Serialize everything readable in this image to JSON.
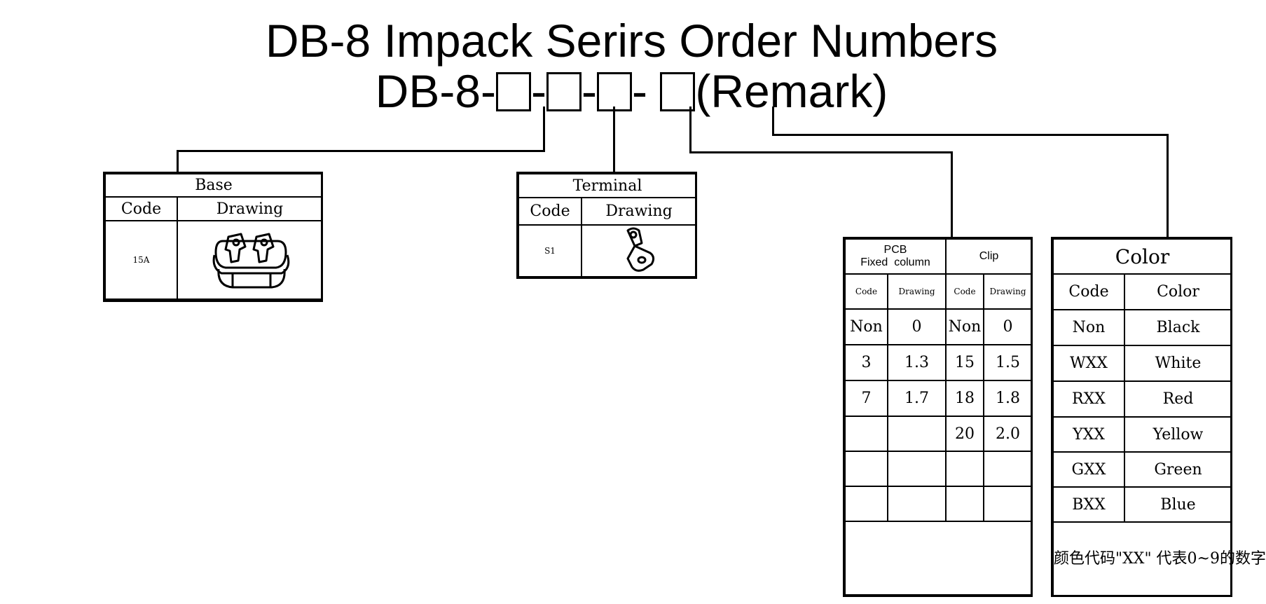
{
  "title": "DB-8 Impack Serirs Order Numbers",
  "order_code": {
    "prefix": "DB-8-",
    "sep1": "-",
    "sep2": "-",
    "sep3": "-",
    "remark": "(Remark)"
  },
  "base": {
    "header": "Base",
    "col_code": "Code",
    "col_drawing": "Drawing",
    "code": "15A",
    "drawing_icon": "socket-base-icon"
  },
  "terminal": {
    "header": "Terminal",
    "col_code": "Code",
    "col_drawing": "Drawing",
    "code": "S1",
    "drawing_icon": "terminal-lug-icon"
  },
  "pcb_clip": {
    "pcb_header_line1": "PCB",
    "pcb_header_line2": "Fixed  column",
    "clip_header": "Clip",
    "col_code": "Code",
    "col_drawing": "Drawing",
    "rows": [
      {
        "pcb_code": "Non",
        "pcb_value": "0",
        "clip_code": "Non",
        "clip_value": "0"
      },
      {
        "pcb_code": "3",
        "pcb_value": "1.3",
        "clip_code": "15",
        "clip_value": "1.5"
      },
      {
        "pcb_code": "7",
        "pcb_value": "1.7",
        "clip_code": "18",
        "clip_value": "1.8"
      },
      {
        "pcb_code": "",
        "pcb_value": "",
        "clip_code": "20",
        "clip_value": "2.0"
      },
      {
        "pcb_code": "",
        "pcb_value": "",
        "clip_code": "",
        "clip_value": ""
      },
      {
        "pcb_code": "",
        "pcb_value": "",
        "clip_code": "",
        "clip_value": ""
      }
    ]
  },
  "color": {
    "header": "Color",
    "col_code": "Code",
    "col_color": "Color",
    "rows": [
      {
        "code": "Non",
        "color": "Black"
      },
      {
        "code": "WXX",
        "color": "White"
      },
      {
        "code": "RXX",
        "color": "Red"
      },
      {
        "code": "YXX",
        "color": "Yellow"
      },
      {
        "code": "GXX",
        "color": "Green"
      },
      {
        "code": "BXX",
        "color": "Blue"
      }
    ],
    "note": "颜色代码\"XX\"\n代表0~9的数字"
  }
}
